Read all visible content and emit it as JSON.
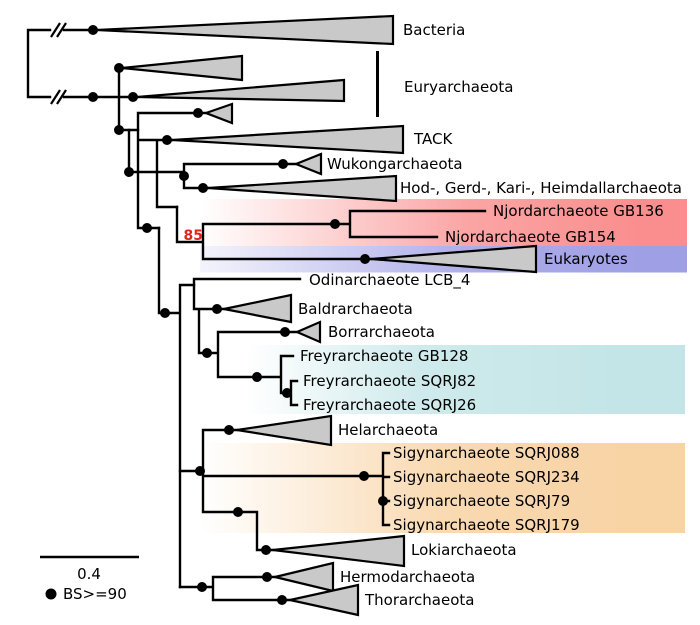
{
  "figure": {
    "type": "phylogenetic-tree",
    "taxa": [
      {
        "label": "Bacteria",
        "collapsed": true
      },
      {
        "label": "Euryarchaeota",
        "collapsed": true
      },
      {
        "label": "TACK",
        "collapsed": true
      },
      {
        "label": "Wukongarchaeota",
        "collapsed": true
      },
      {
        "label": "Hod-, Gerd-, Kari-, Heimdallarchaeota",
        "collapsed": true
      },
      {
        "label": "Njordarchaeote GB136",
        "highlight": "red"
      },
      {
        "label": "Njordarchaeote GB154",
        "highlight": "red"
      },
      {
        "label": "Eukaryotes",
        "collapsed": true,
        "highlight": "blue"
      },
      {
        "label": "Odinarchaeote LCB_4"
      },
      {
        "label": "Baldrarchaeota",
        "collapsed": true
      },
      {
        "label": "Borrarchaeota",
        "collapsed": true
      },
      {
        "label": "Freyrarchaeote GB128",
        "highlight": "teal"
      },
      {
        "label": "Freyrarchaeote SQRJ82",
        "highlight": "teal"
      },
      {
        "label": "Freyrarchaeote SQRJ26",
        "highlight": "teal"
      },
      {
        "label": "Helarchaeota",
        "collapsed": true
      },
      {
        "label": "Sigynarchaeote SQRJ088",
        "highlight": "orange"
      },
      {
        "label": "Sigynarchaeote SQRJ234",
        "highlight": "orange"
      },
      {
        "label": "Sigynarchaeote SQRJ79",
        "highlight": "orange"
      },
      {
        "label": "Sigynarchaeote SQRJ179",
        "highlight": "orange"
      },
      {
        "label": "Lokiarchaeota",
        "collapsed": true
      },
      {
        "label": "Hermodarchaeota",
        "collapsed": true
      },
      {
        "label": "Thorarchaeota",
        "collapsed": true
      }
    ],
    "support": {
      "value": "85",
      "color": "#e2231a"
    },
    "scale_bar": {
      "value": "0.4"
    },
    "legend": {
      "label": "BS>=90"
    },
    "colors": {
      "band_njord": "#fa8e8e",
      "band_eukaryotes": "#9f9fe6",
      "band_freyr": "#c3e5e7",
      "band_sigyn": "#f8d3a4",
      "clade_triangle_fill": "#c9c9c9",
      "branch": "#000000"
    }
  }
}
